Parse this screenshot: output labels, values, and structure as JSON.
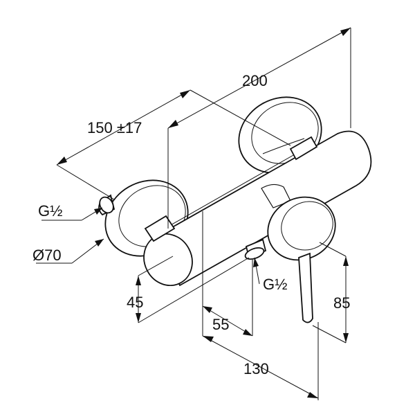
{
  "drawing": {
    "dimensions": {
      "overall_width": "200",
      "connection_spacing": "150 ±17",
      "thread_left": "G½",
      "rosette_diameter": "Ø70",
      "wall_offset": "45",
      "outlet_offset": "55",
      "outlet_thread": "G½",
      "projection": "130",
      "handle_height": "85"
    }
  }
}
